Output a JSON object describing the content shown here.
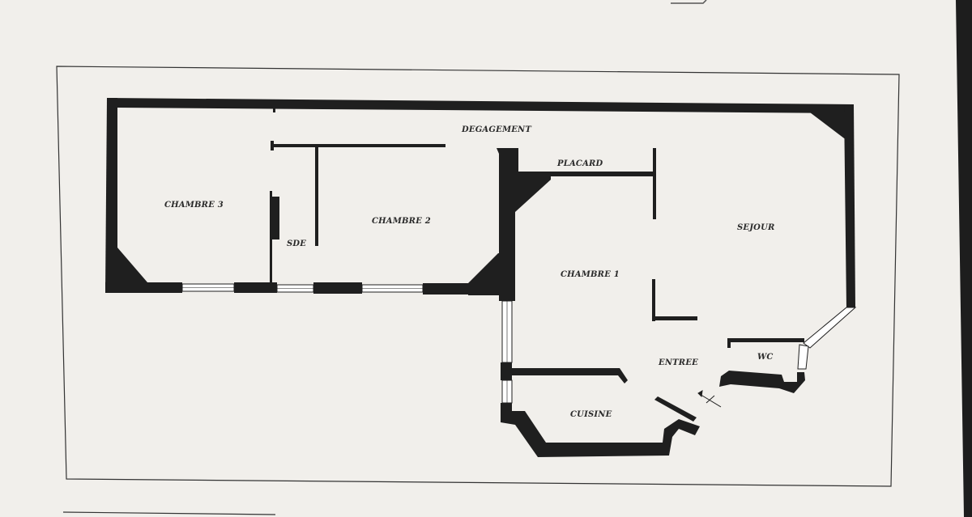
{
  "floor_plan": {
    "rooms": {
      "degagement": "DEGAGEMENT",
      "placard": "PLACARD",
      "chambre3": "CHAMBRE 3",
      "chambre2": "CHAMBRE 2",
      "sde": "SDE",
      "sejour": "SEJOUR",
      "chambre1": "CHAMBRE 1",
      "entree": "ENTREE",
      "wc": "WC",
      "cuisine": "CUISINE"
    },
    "colors": {
      "paper": "#f1efeb",
      "paper_shadow": "#d9d7d3",
      "wall": "#1f1f1f",
      "frame": "#333333",
      "window": "#ffffff"
    }
  }
}
